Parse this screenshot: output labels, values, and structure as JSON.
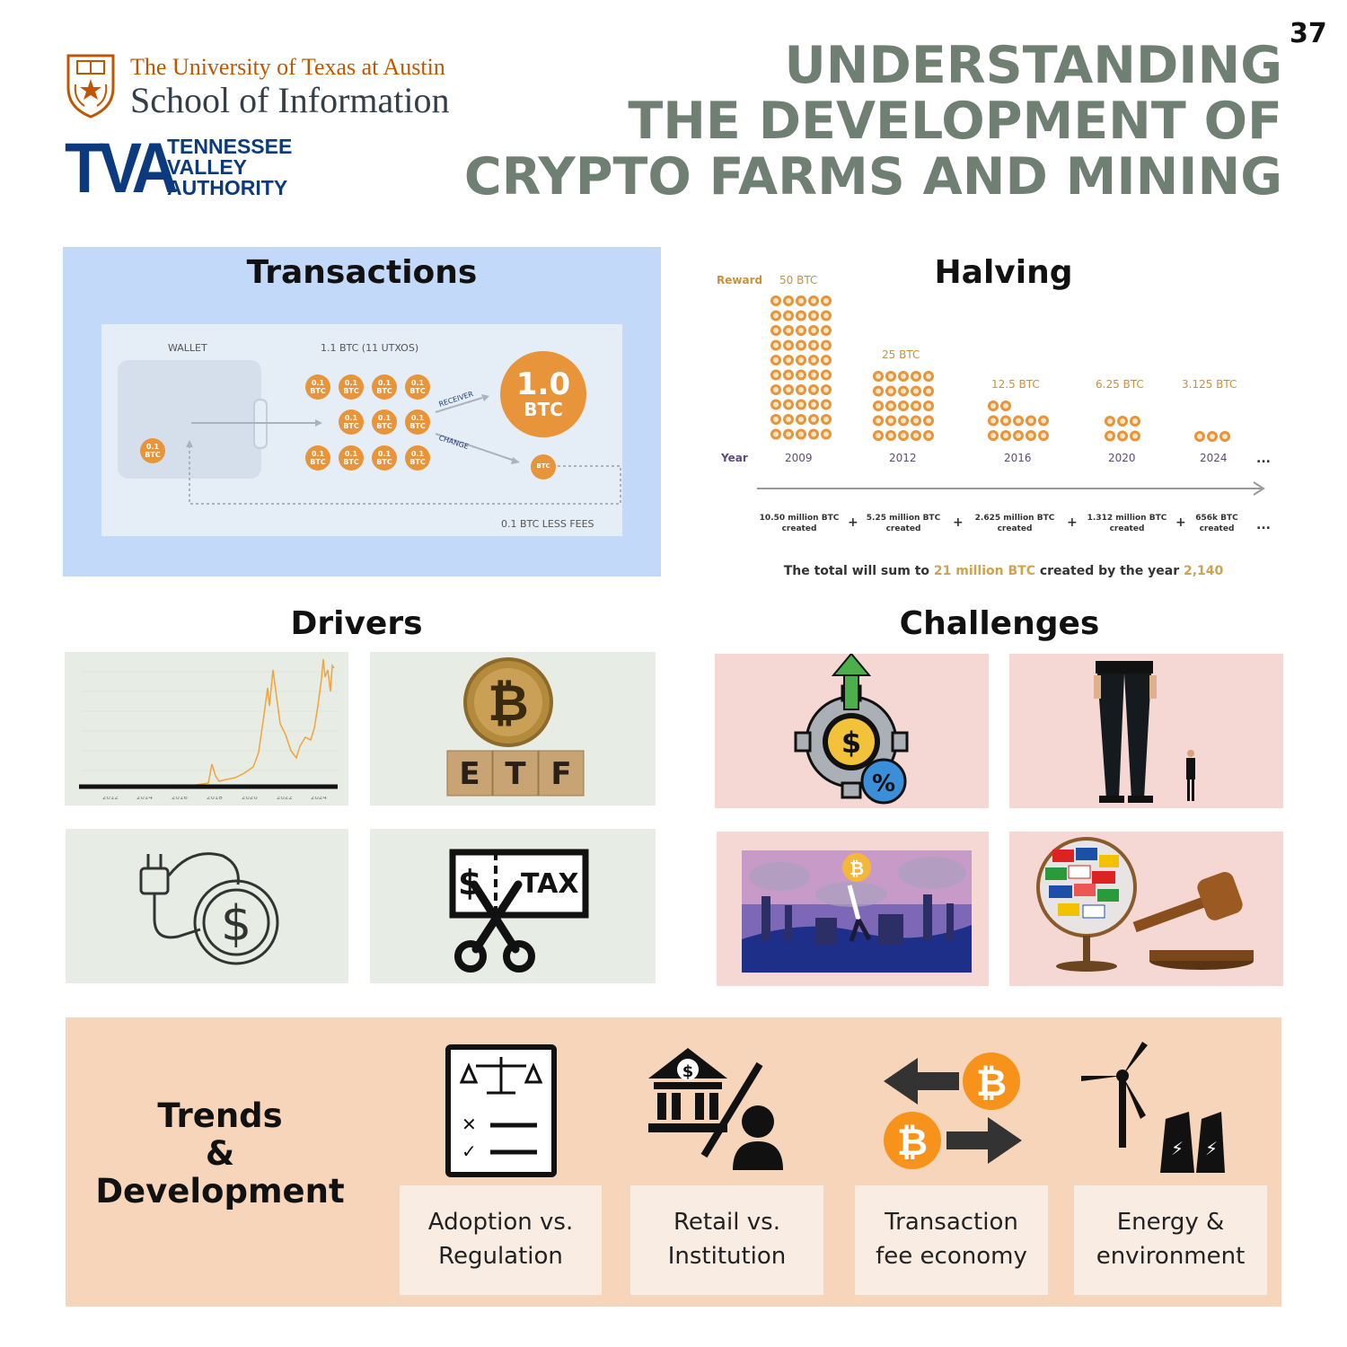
{
  "page_number": "37",
  "header": {
    "ut_line1": "The University of Texas at Austin",
    "ut_line2": "School of Information",
    "tva_mark": "TVA",
    "tva_name": [
      "TENNESSEE",
      "VALLEY",
      "AUTHORITY"
    ],
    "title_lines": [
      "UNDERSTANDING",
      "THE DEVELOPMENT OF",
      "CRYPTO FARMS AND MINING"
    ]
  },
  "transactions": {
    "title": "Transactions",
    "wallet_label": "WALLET",
    "utxo_label": "1.1 BTC (11 UTXOS)",
    "coin_value": "0.1",
    "coin_unit": "BTC",
    "big_value": "1.0",
    "big_unit": "BTC",
    "receiver_label": "RECEIVER",
    "change_label": "CHANGE",
    "change_coin": "BTC",
    "fees_label": "0.1 BTC LESS FEES"
  },
  "halving": {
    "title": "Halving",
    "reward_label": "Reward",
    "year_label": "Year",
    "columns": [
      {
        "reward": "50 BTC",
        "year": "2009",
        "created": [
          "10.50 million BTC",
          "created"
        ]
      },
      {
        "reward": "25 BTC",
        "year": "2012",
        "created": [
          "5.25 million BTC",
          "created"
        ]
      },
      {
        "reward": "12.5 BTC",
        "year": "2016",
        "created": [
          "2.625 million BTC",
          "created"
        ]
      },
      {
        "reward": "6.25 BTC",
        "year": "2020",
        "created": [
          "1.312 million BTC",
          "created"
        ]
      },
      {
        "reward": "3.125 BTC",
        "year": "2024",
        "created": [
          "656k BTC",
          "created"
        ]
      }
    ],
    "ellipsis": "...",
    "plus": "+",
    "total_prefix": "The total will sum to ",
    "total_amount": "21 million BTC",
    "total_mid": " created by the year ",
    "total_year": "2,140"
  },
  "drivers": {
    "title": "Drivers",
    "price_chart_years": [
      "2012",
      "2014",
      "2016",
      "2018",
      "2020",
      "2022",
      "2024"
    ],
    "etf_letters": [
      "E",
      "T",
      "F"
    ],
    "tax_label": "TAX",
    "tax_dollar": "$"
  },
  "challenges": {
    "title": "Challenges"
  },
  "trends": {
    "title": [
      "Trends",
      "&",
      "Development"
    ],
    "items": [
      {
        "line1": "Adoption vs.",
        "line2": "Regulation"
      },
      {
        "line1": "Retail vs.",
        "line2": "Institution"
      },
      {
        "line1": "Transaction",
        "line2": "fee economy"
      },
      {
        "line1": "Energy &",
        "line2": "environment"
      }
    ]
  },
  "colors": {
    "title_gray": "#6f7f72",
    "ut_orange": "#bf5700",
    "tva_blue": "#0b3a7e",
    "btc_orange": "#e8943a",
    "transactions_bg": "#c3d9f9",
    "drivers_tile": "#e7ede4",
    "challenges_tile": "#f5d8d4",
    "trends_bg": "#f7d5bb"
  }
}
